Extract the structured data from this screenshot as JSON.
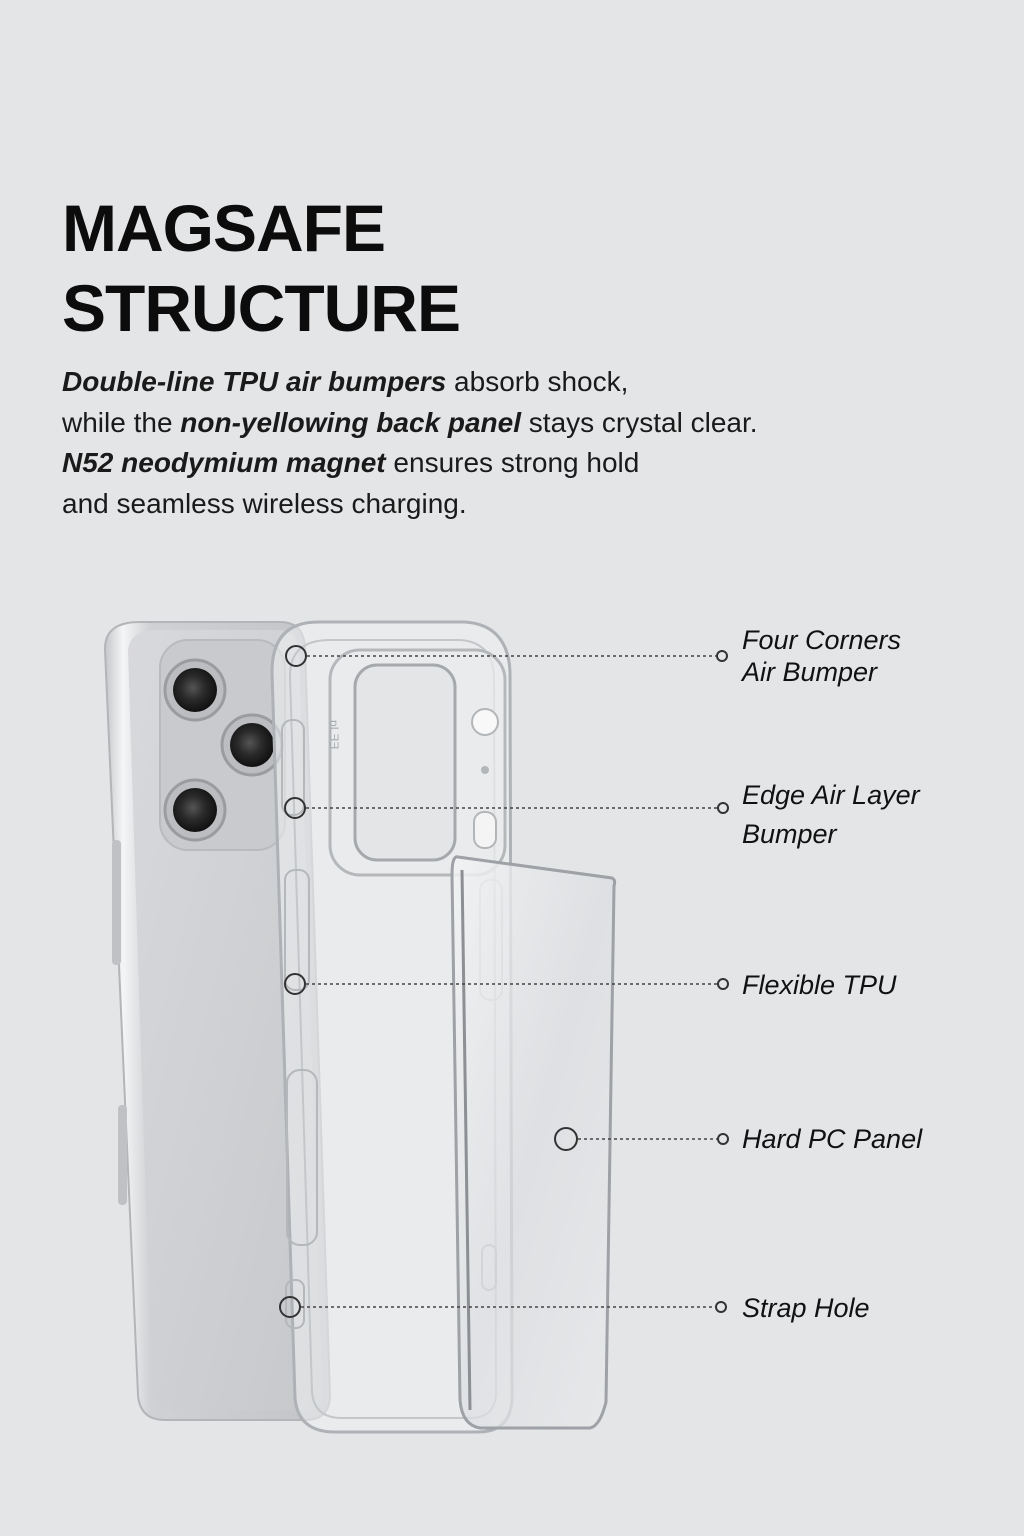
{
  "title": {
    "line1": "MAGSAFE",
    "line2": "STRUCTURE"
  },
  "description": {
    "l1_em": "Double-line TPU air bumpers",
    "l1_rest": " absorb shock,",
    "l2_pre": "while the ",
    "l2_em": "non-yellowing back panel",
    "l2_rest": " stays crystal clear.",
    "l3_em": "N52 neodymium magnet",
    "l3_rest": " ensures strong hold",
    "l4": "and seamless wireless charging."
  },
  "callouts": [
    {
      "line1": "Four Corners",
      "line2": "Air Bumper"
    },
    {
      "line1": "Edge Air Layer",
      "line2": "Bumper"
    },
    {
      "line1": "Flexible TPU"
    },
    {
      "line1": "Hard PC Panel"
    },
    {
      "line1": "Strap Hole"
    }
  ],
  "case_logo": "ɒLƎƎ",
  "colors": {
    "background": "#e4e5e7",
    "text": "#111111",
    "phone_body": "#d2d4d7",
    "leader_line": "#444444"
  }
}
